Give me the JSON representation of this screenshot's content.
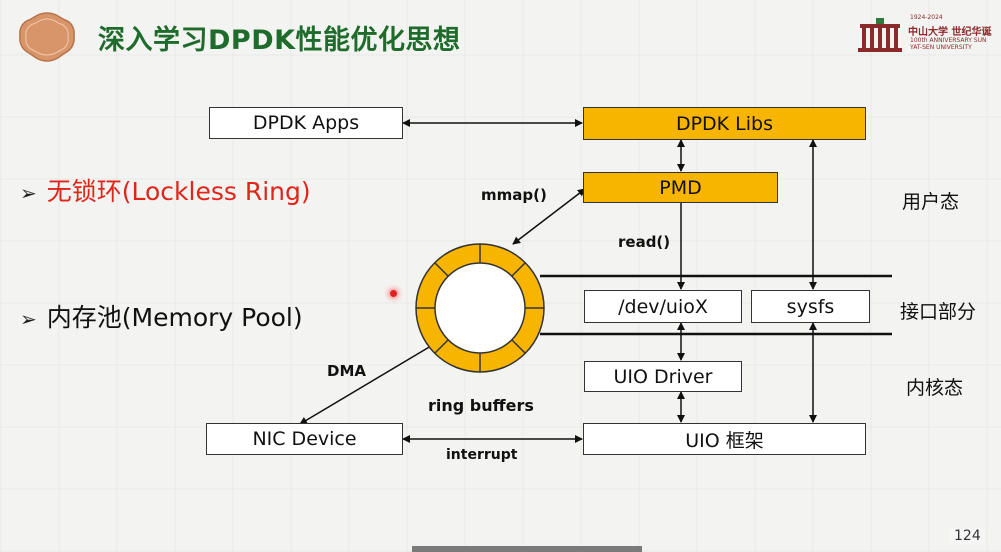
{
  "slide": {
    "title": "深入学习DPDK性能优化思想",
    "page_number": "124"
  },
  "university": {
    "years": "1924-2024",
    "name": "中山大学 世纪华诞",
    "subtitle": "100th ANNIVERSARY SUN YAT-SEN UNIVERSITY"
  },
  "bullets": [
    {
      "mark": "➢",
      "text": "无锁环(Lockless Ring)"
    },
    {
      "mark": "➢",
      "text": "内存池(Memory Pool)"
    }
  ],
  "diagram": {
    "boxes": {
      "dpdk_apps": "DPDK Apps",
      "dpdk_libs": "DPDK Libs",
      "pmd": "PMD",
      "dev_uio": "/dev/uioX",
      "sysfs": "sysfs",
      "uio_driver": "UIO Driver",
      "nic_device": "NIC Device",
      "uio_framework": "UIO 框架"
    },
    "labels": {
      "mmap": "mmap()",
      "read": "read()",
      "dma": "DMA",
      "ring_buffers": "ring buffers",
      "interrupt": "interrupt"
    },
    "zones": {
      "user": "用户态",
      "interface": "接口部分",
      "kernel": "内核态"
    },
    "colors": {
      "gold": "#f7b500",
      "title_green": "#1f6b2c",
      "bullet_red": "#e0251b"
    }
  }
}
